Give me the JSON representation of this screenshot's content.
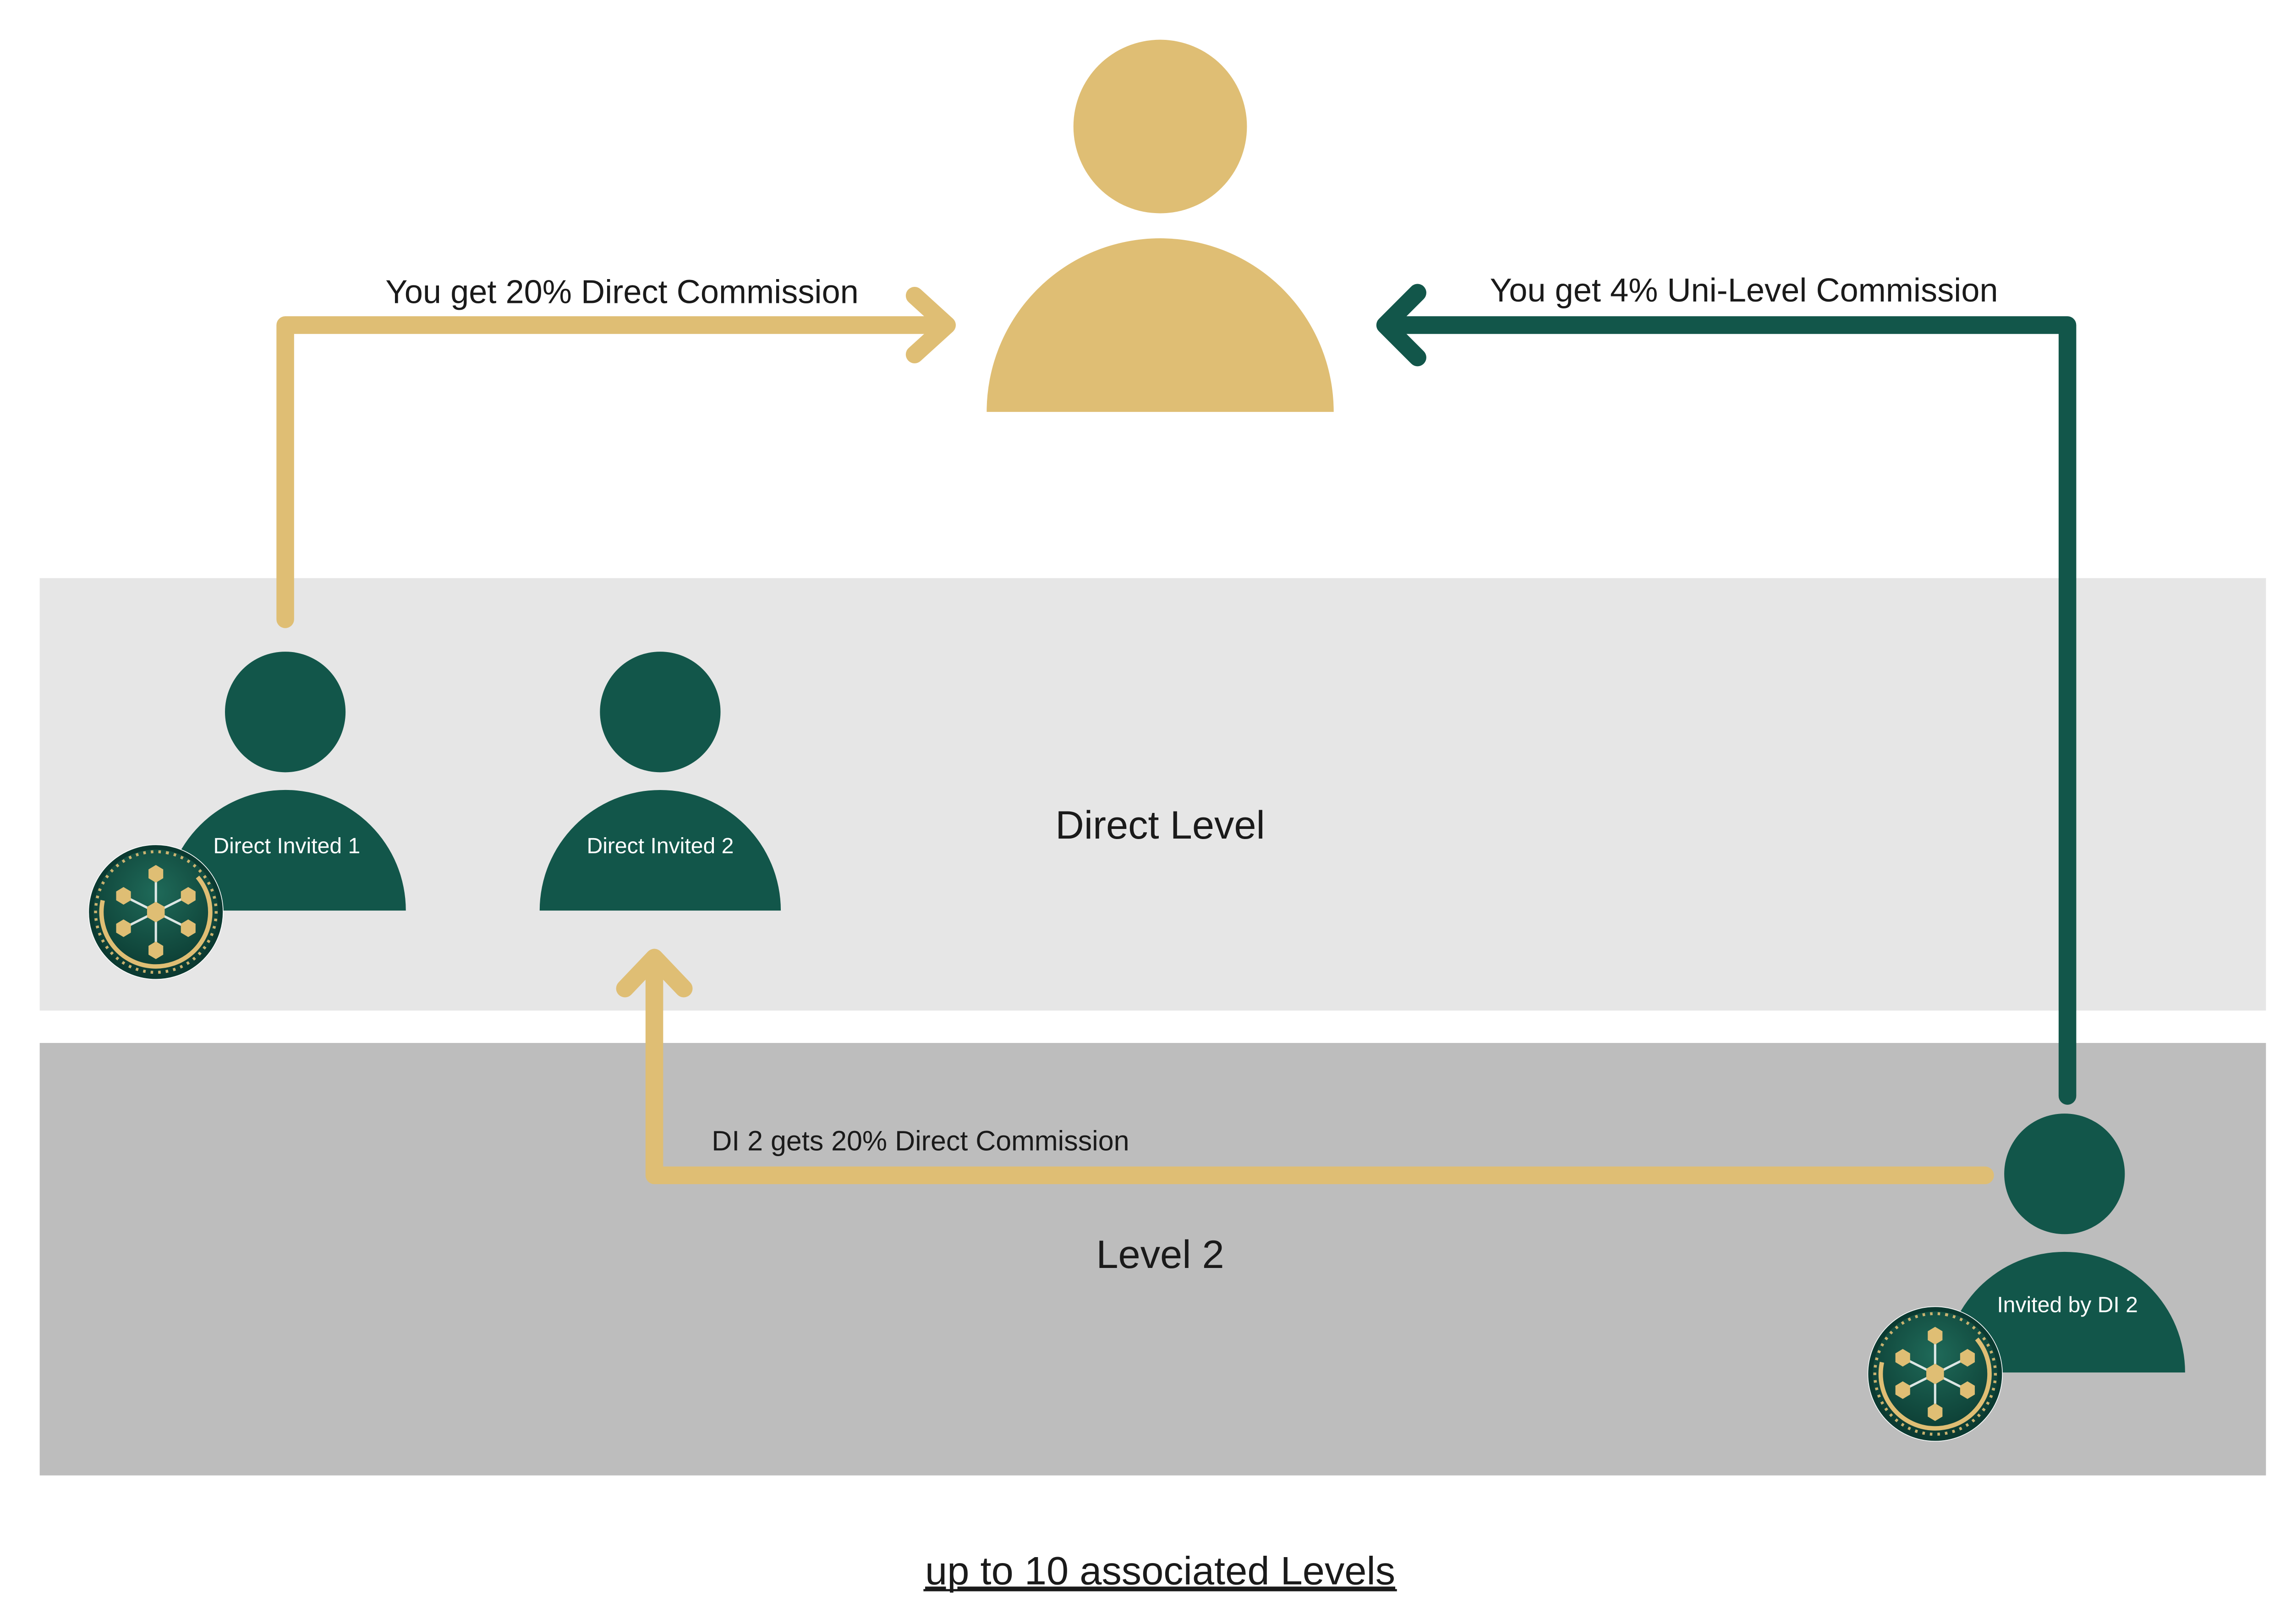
{
  "colors": {
    "gold": "#dfbe74",
    "green": "#12564a",
    "dark_green": "#0b3a31",
    "band_direct": "#e6e6e6",
    "band_level2": "#bdbdbd",
    "text": "#1a1a1a",
    "white": "#ffffff"
  },
  "arrows": {
    "direct_commission": "You get 20% Direct Commission",
    "unilevel_commission": "You get 4% Uni-Level Commission",
    "di2_commission": "DI 2 gets 20% Direct Commission"
  },
  "levels": {
    "direct": "Direct Level",
    "level2": "Level 2"
  },
  "people": {
    "you_icon": "person-icon",
    "direct_invited_1": "Direct Invited 1",
    "direct_invited_2": "Direct Invited 2",
    "invited_by_di2": "Invited by DI 2",
    "badge_icon": "network-hexagon-badge-icon"
  },
  "footer": {
    "text": "up to 10 associated Levels"
  }
}
